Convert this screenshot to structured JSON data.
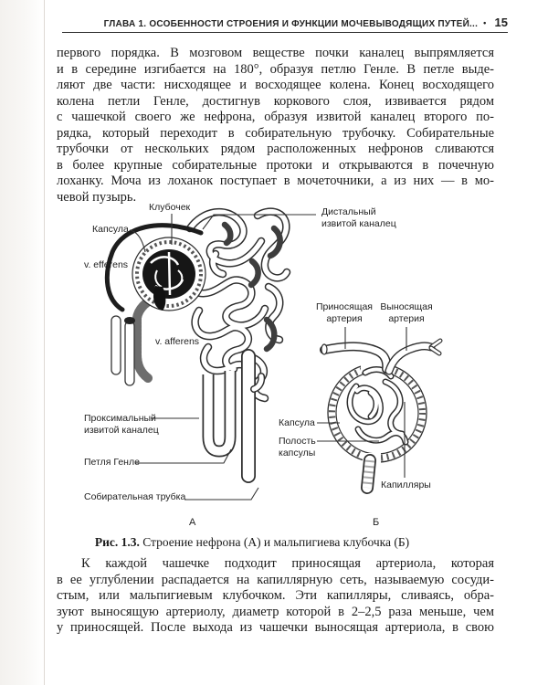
{
  "colors": {
    "page_bg": "#ffffff",
    "ink": "#1c1c1c",
    "line_art": "#2f2f2f"
  },
  "header": {
    "title": "ГЛАВА 1. ОСОБЕННОСТИ СТРОЕНИЯ И ФУНКЦИИ МОЧЕВЫВОДЯЩИХ ПУТЕЙ...",
    "bullet": "•",
    "page_number": "15"
  },
  "top_paragraph": {
    "lines": [
      "первого порядка. В мозговом веществе почки каналец выпрямляется",
      "и в середине изгибается на 180°, образуя петлю Генле. В петле выде-",
      "ляют две части: нисходящее и восходящее колена. Конец восходящего",
      "колена петли Генле, достигнув коркового слоя, извивается рядом",
      "с чашечкой своего же нефрона, образуя извитой каналец второго по-",
      "рядка, который переходит в собирательную трубочку. Собирательные",
      "трубочки от нескольких рядом расположенных нефронов сливаются",
      "в более крупные собирательные протоки и открываются в почечную",
      "лоханку. Моча из лоханок поступает в мочеточники, а из них — в мо-",
      "чевой пузырь."
    ]
  },
  "figure": {
    "labels": {
      "glomerulus": "Клубочек",
      "distal": "Дистальный\nизвитой каналец",
      "capsule_left": "Капсула",
      "v_efferens": "v. efferens",
      "v_afferens": "v. afferens",
      "afferent_artery": "Приносящая\nартерия",
      "efferent_artery": "Выносящая\nартерия",
      "proximal": "Проксимальный\nизвитой каналец",
      "capsule_right": "Капсула",
      "capsule_cavity": "Полость\nкапсулы",
      "henle_loop": "Петля Генле",
      "capillaries": "Капилляры",
      "collecting_tube": "Собирательная трубка",
      "panel_a": "А",
      "panel_b": "Б"
    },
    "caption": {
      "bold": "Рис. 1.3.",
      "text": "Строение нефрона (А) и мальпигиева клубочка (Б)"
    }
  },
  "bottom_paragraph": {
    "lines": [
      "К каждой чашечке подходит приносящая артериола, которая",
      "в ее углублении распадается на капиллярную сеть, называемую сосуди-",
      "стым, или мальпигиевым клубочком. Эти капилляры, сливаясь, обра-",
      "зуют выносящую артериолу, диаметр которой в 2–2,5 раза меньше, чем",
      "у приносящей. После выхода из чашечки выносящая артериола, в свою"
    ]
  }
}
